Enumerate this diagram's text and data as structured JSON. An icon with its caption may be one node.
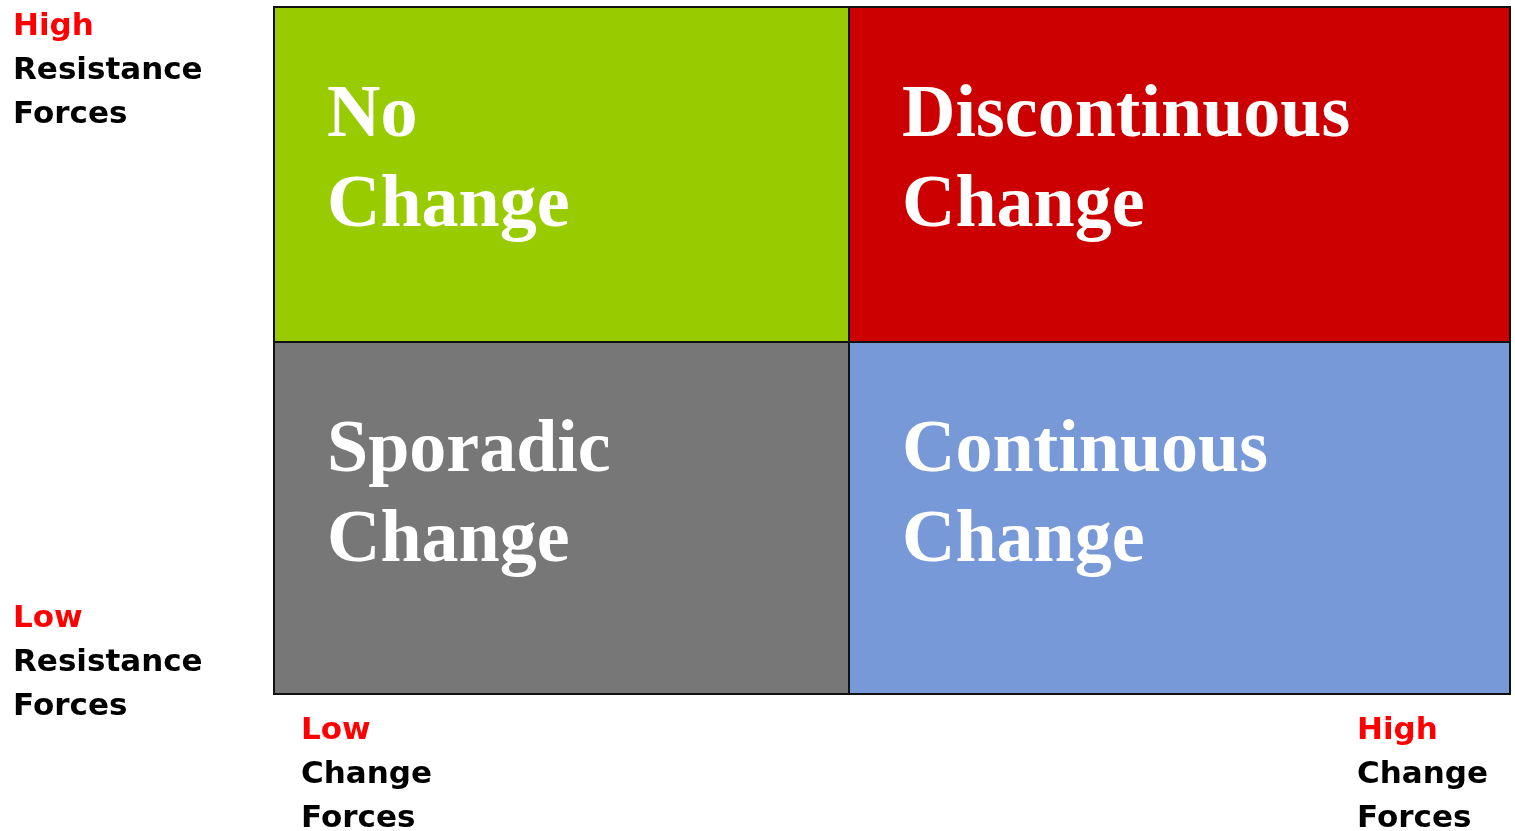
{
  "diagram": {
    "nodes": [
      {
        "text": [
          "No Change"
        ]
      },
      {
        "text": [
          "Discontinuous Change"
        ]
      },
      {
        "text": [
          "Sporadic Change"
        ]
      },
      {
        "text": [
          "Continuous Change"
        ]
      }
    ],
    "labels": [
      "High",
      "Resistance Forces",
      "Low",
      "Resistance Forces",
      "Low",
      "Change Forces",
      "High",
      "Change Forces"
    ]
  }
}
